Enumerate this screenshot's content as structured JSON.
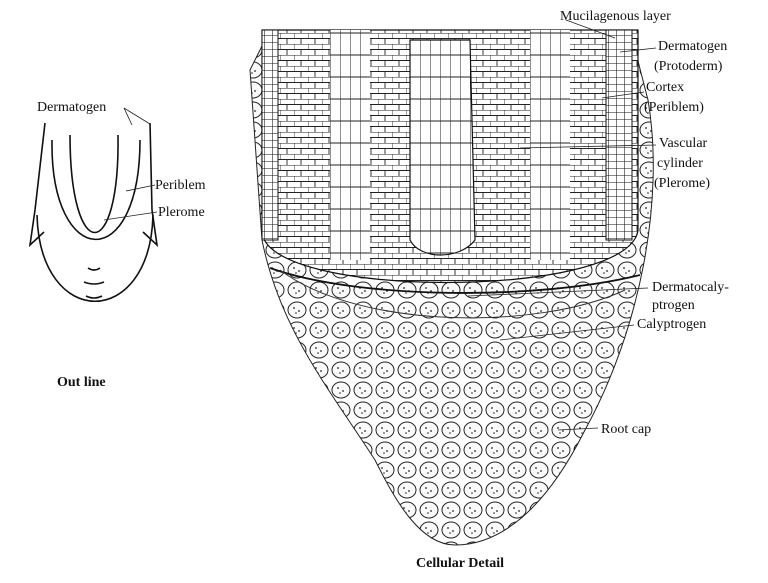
{
  "outline": {
    "caption": "Out line",
    "labels": {
      "dermatogen": "Dermatogen",
      "periblem": "Periblem",
      "plerome": "Plerome"
    }
  },
  "detail": {
    "caption": "Cellular Detail",
    "labels": {
      "mucilagenous": "Mucilagenous layer",
      "dermatogen": "Dermatogen",
      "protoderm": "(Protoderm)",
      "cortex": "Cortex",
      "periblem": "(Periblem)",
      "vascular": "Vascular",
      "cylinder": "cylinder",
      "plerome": "(Plerome)",
      "dermatocaly": "Dermatocaly-",
      "ptrogen": "ptrogen",
      "calyptrogen": "Calyptrogen",
      "rootcap": "Root cap"
    }
  }
}
